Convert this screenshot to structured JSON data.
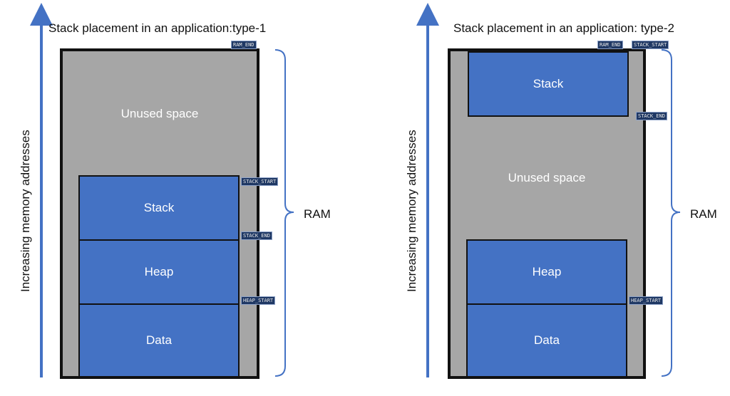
{
  "axis_label": "Increasing memory addresses",
  "ram_label": "RAM",
  "colors": {
    "block": "#4472c4",
    "unused": "#a6a6a6",
    "arrow": "#c00000",
    "axis": "#4472c4"
  },
  "type1": {
    "title": "Stack placement in an application:type-1",
    "unused": "Unused space",
    "stack": "Stack",
    "heap": "Heap",
    "data": "Data",
    "tags": {
      "ram_end": "RAM_END",
      "stack_start": "STACK_START",
      "stack_end": "STACK_END",
      "heap_start": "HEAP_START"
    }
  },
  "type2": {
    "title": "Stack placement in an application: type-2",
    "unused": "Unused space",
    "stack": "Stack",
    "heap": "Heap",
    "data": "Data",
    "tags": {
      "ram_end": "RAM_END",
      "stack_start": "STACK_START",
      "stack_end": "STACK_END",
      "heap_start": "HEAP_START"
    }
  }
}
